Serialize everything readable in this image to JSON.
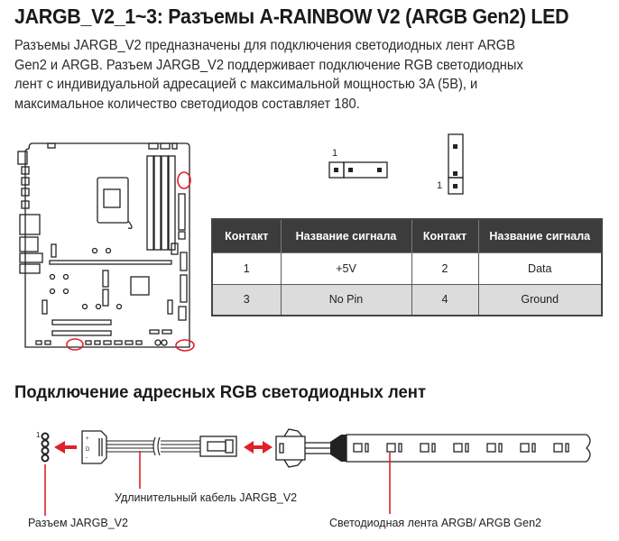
{
  "header": {
    "title": "JARGB_V2_1~3: Разъемы A-RAINBOW V2 (ARGB Gen2) LED"
  },
  "description": {
    "lines": [
      "Разъемы JARGB_V2 предназначены для подключения светодиодных лент ARGB",
      "Gen2 и ARGB. Разъем JARGB_V2 поддерживает подключение RGB светодиодных",
      "лент с индивидуальной адресацией с максимальной мощностью 3A (5В), и",
      "максимальное количество светодиодов составляет 180."
    ]
  },
  "header_diagrams": {
    "horizontal_pin1_label": "1",
    "vertical_pin1_label": "1"
  },
  "pin_table": {
    "columns": [
      "Контакт",
      "Название сигнала",
      "Контакт",
      "Название сигнала"
    ],
    "rows": [
      [
        "1",
        "+5V",
        "2",
        "Data"
      ],
      [
        "3",
        "No Pin",
        "4",
        "Ground"
      ]
    ]
  },
  "connection": {
    "title": "Подключение адресных RGB светодиодных лент",
    "pin1_label": "1",
    "labels": {
      "cable": "Удлинительный кабель JARGB_V2",
      "connector": "Разъем JARGB_V2",
      "strip": "Светодиодная лента ARGB/ ARGB Gen2"
    }
  },
  "colors": {
    "highlight": "#e0202a",
    "table_header": "#3c3c3c",
    "table_alt_row": "#dcdcdc"
  }
}
